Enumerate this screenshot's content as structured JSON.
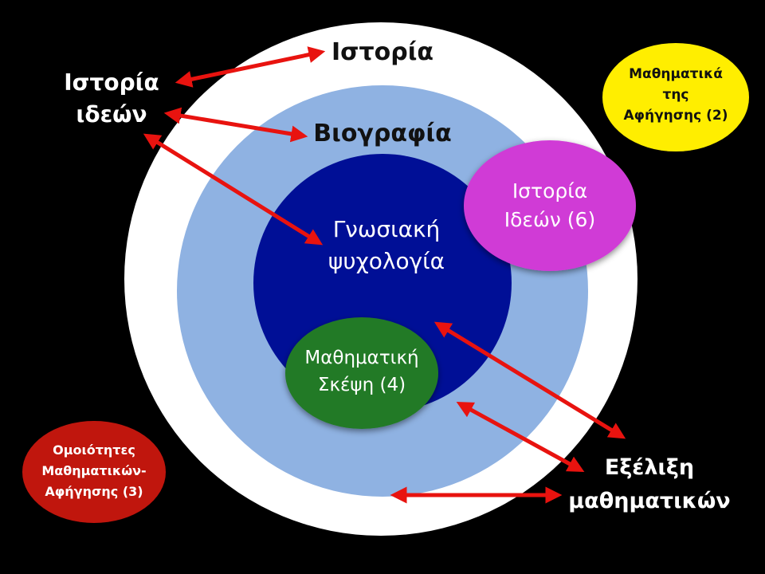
{
  "rings": {
    "outer": {
      "label": "Ιστορία",
      "color": "#ffffff"
    },
    "middle": {
      "label": "Βιογραφία",
      "color": "#8fb2e2"
    },
    "inner": {
      "label_line1": "Γνωσιακή",
      "label_line2": "ψυχολογία",
      "color": "#000f96"
    }
  },
  "bubbles": {
    "history_ideas": {
      "line1": "Ιστορία",
      "line2": "Ιδεών (6)",
      "color": "#d03ad6"
    },
    "math_thinking": {
      "line1": "Μαθηματική",
      "line2": "Σκέψη (4)",
      "color": "#237a25"
    },
    "narrative_math": {
      "line1": "Μαθηματικά",
      "line2": "της",
      "line3": "Αφήγησης (2)",
      "color": "#ffee00"
    },
    "similarities": {
      "line1": "Ομοιότητες",
      "line2": "Μαθηματικών-",
      "line3": "Αφήγησης (3)",
      "color": "#c0140e"
    }
  },
  "side_labels": {
    "left": {
      "line1": "Ιστορία",
      "line2": "ιδεών"
    },
    "right": {
      "line1": "Εξέλιξη",
      "line2": "μαθηματικών"
    }
  },
  "arrow_color": "#e8130f"
}
